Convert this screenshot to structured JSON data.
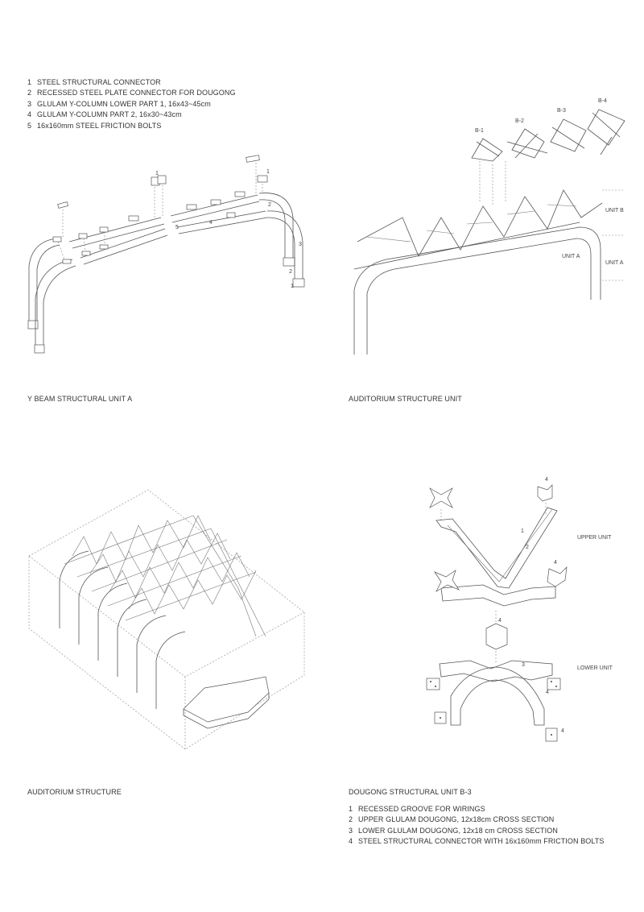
{
  "legend_a": {
    "items": [
      {
        "num": "1",
        "text": "STEEL STRUCTURAL CONNECTOR"
      },
      {
        "num": "2",
        "text": "RECESSED STEEL PLATE CONNECTOR FOR DOUGONG"
      },
      {
        "num": "3",
        "text": "GLULAM Y-COLUMN LOWER PART 1, 16x43~45cm"
      },
      {
        "num": "4",
        "text": "GLULAM Y-COLUMN PART 2, 16x30~43cm"
      },
      {
        "num": "5",
        "text": "16x160mm STEEL FRICTION BOLTS"
      }
    ]
  },
  "captions": {
    "y_beam": "Y BEAM STRUCTURAL UNIT A",
    "auditorium_unit": "AUDITORIUM STRUCTURE UNIT",
    "auditorium_structure": "AUDITORIUM STRUCTURE",
    "dougong_unit": "DOUGONG STRUCTURAL UNIT B-3"
  },
  "legend_b": {
    "items": [
      {
        "num": "1",
        "text": "RECESSED GROOVE FOR WIRINGS"
      },
      {
        "num": "2",
        "text": "UPPER GLULAM DOUGONG, 12x18cm CROSS SECTION"
      },
      {
        "num": "3",
        "text": "LOWER GLULAM DOUGONG, 12x18 cm CROSS SECTION"
      },
      {
        "num": "4",
        "text": "STEEL STRUCTURAL CONNECTOR WITH 16x160mm FRICTION BOLTS"
      }
    ]
  },
  "labels": {
    "b1": "B-1",
    "b2": "B-2",
    "b3": "B-3",
    "b4": "B-4",
    "unit_b": "UNIT B",
    "unit_a_side": "UNIT A",
    "unit_a_inner": "UNIT A",
    "upper_unit": "UPPER UNIT",
    "lower_unit": "LOWER UNIT",
    "y1a": "1",
    "y1b": "1",
    "y2a": "2",
    "y2b": "2",
    "y3": "3",
    "y4": "4",
    "y5": "5",
    "y1c": "1",
    "d4a": "4",
    "d4b": "4",
    "d4c": "4",
    "d4d": "4",
    "d4e": "4",
    "d1": "1",
    "d2": "2",
    "d3": "3"
  }
}
